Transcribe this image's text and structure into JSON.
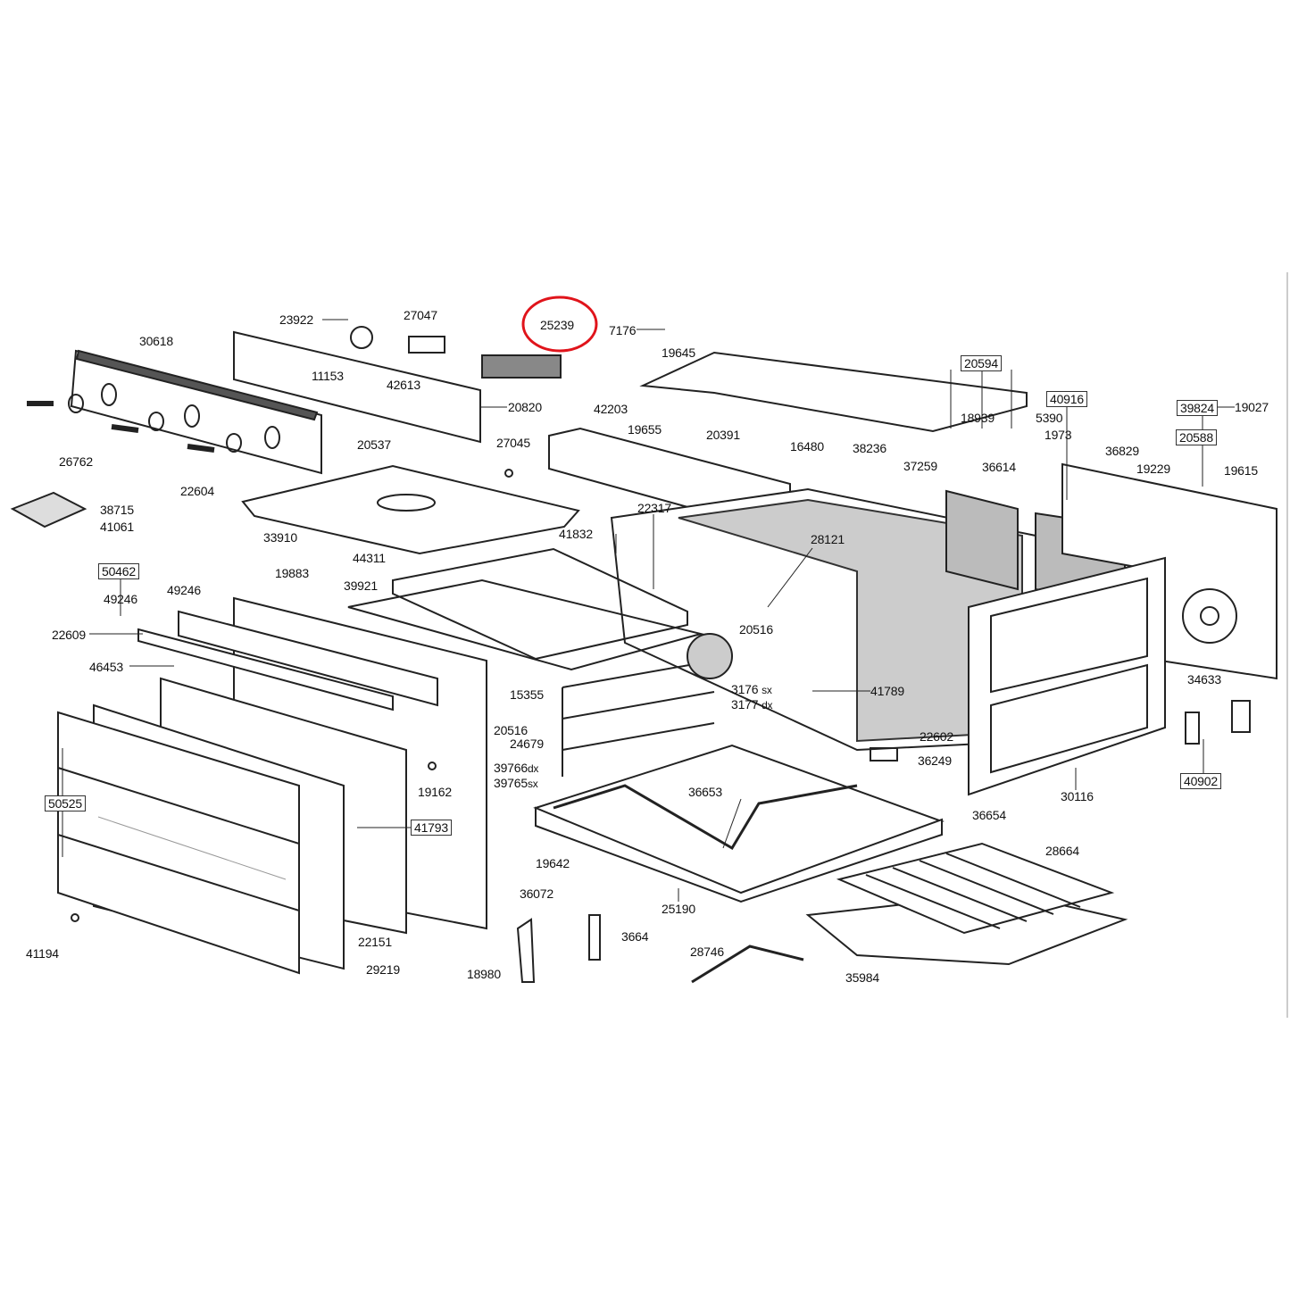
{
  "title": "Oven exploded parts diagram",
  "highlighted_part": "25239",
  "highlight_color": "#e0141b",
  "callouts": [
    "23922",
    "27047",
    "25239",
    "7176",
    "30618",
    "11153",
    "42613",
    "20820",
    "19645",
    "20594",
    "40916",
    "39824",
    "19027",
    "18939",
    "5390",
    "1973",
    "20588",
    "42203",
    "20391",
    "19655",
    "27045",
    "20537",
    "26762",
    "22604",
    "16480",
    "38236",
    "37259",
    "36614",
    "36829",
    "19229",
    "19615",
    "38715",
    "41061",
    "33910",
    "22317",
    "41832",
    "28121",
    "44311",
    "50462",
    "19883",
    "49246",
    "49246",
    "39921",
    "22609",
    "20516",
    "46453",
    "3176",
    "3177",
    "41789",
    "15355",
    "34633",
    "20516",
    "24679",
    "22602",
    "36249",
    "39766",
    "39765",
    "19162",
    "36653",
    "30116",
    "40902",
    "50525",
    "36654",
    "41793",
    "28664",
    "19642",
    "36072",
    "25190",
    "3664",
    "22151",
    "41194",
    "28746",
    "29219",
    "18980",
    "35984"
  ],
  "suffixes": {
    "sx": "sx",
    "dx": "dx"
  }
}
